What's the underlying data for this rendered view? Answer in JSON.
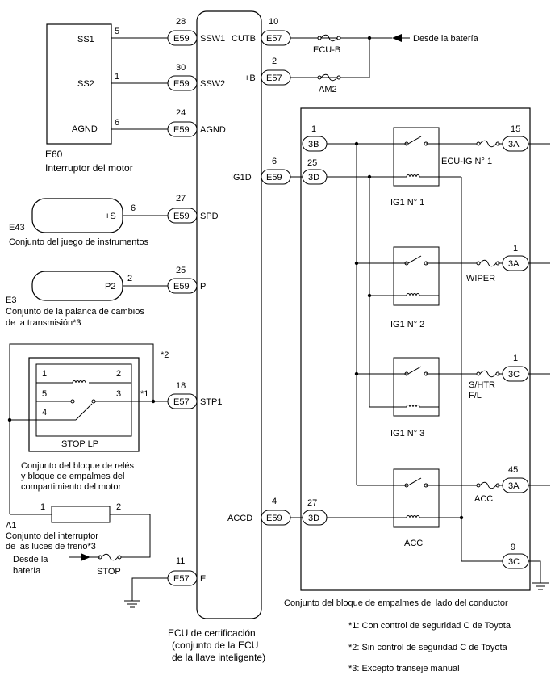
{
  "ecu": {
    "label_1": "ECU de certificación",
    "label_2": "(conjunto de la ECU",
    "label_3": "de la llave inteligente)"
  },
  "components": {
    "e60": {
      "code": "E60",
      "name": "Interruptor del motor",
      "pins": [
        "SS1",
        "SS2",
        "AGND"
      ],
      "pin_nums": [
        "5",
        "1",
        "6"
      ]
    },
    "e43": {
      "code": "E43",
      "name": "Conjunto del juego de instrumentos",
      "pin": "+S",
      "pin_num": "6"
    },
    "e3": {
      "code": "E3",
      "name_1": "Conjunto de la palanca de cambios",
      "name_2": "de la transmisión*3",
      "pin": "P2",
      "pin_num": "2"
    },
    "stop_lp": {
      "name": "STOP LP",
      "pins": [
        "1",
        "2",
        "5",
        "3",
        "4"
      ],
      "assembly_1": "Conjunto del bloque de relés",
      "assembly_2": "y bloque de empalmes del",
      "assembly_3": "compartimiento del motor"
    },
    "a1": {
      "code": "A1",
      "name_1": "Conjunto del interruptor",
      "name_2": "de las luces de freno*3",
      "pins": [
        "1",
        "2"
      ]
    },
    "battery_stop": {
      "label_1": "Desde la",
      "label_2": "batería",
      "fuse": "STOP"
    },
    "battery_main": {
      "label": "Desde la batería"
    },
    "fuses": {
      "ecu_b": "ECU-B",
      "am2": "AM2",
      "ecu_ig": "ECU-IG N° 1",
      "wiper": "WIPER",
      "shtr_1": "S/HTR",
      "shtr_2": "F/L",
      "acc": "ACC"
    },
    "relays": {
      "ig1_1": "IG1 N° 1",
      "ig1_2": "IG1 N° 2",
      "ig1_3": "IG1 N° 3",
      "acc": "ACC"
    },
    "junction_block": "Conjunto del bloque de empalmes del lado del conductor"
  },
  "ecu_pins": [
    {
      "num": "28",
      "conn": "E59",
      "name": "SSW1"
    },
    {
      "num": "30",
      "conn": "E59",
      "name": "SSW2"
    },
    {
      "num": "24",
      "conn": "E59",
      "name": "AGND"
    },
    {
      "num": "27",
      "conn": "E59",
      "name": "SPD"
    },
    {
      "num": "25",
      "conn": "E59",
      "name": "P"
    },
    {
      "num": "18",
      "conn": "E57",
      "name": "STP1"
    },
    {
      "num": "11",
      "conn": "E57",
      "name": "E"
    },
    {
      "num": "10",
      "conn": "E57",
      "name": "CUTB"
    },
    {
      "num": "2",
      "conn": "E57",
      "name": "+B"
    },
    {
      "num": "6",
      "conn": "E59",
      "name": "IG1D"
    },
    {
      "num": "4",
      "conn": "E59",
      "name": "ACCD"
    }
  ],
  "jb_connectors": [
    {
      "num": "1",
      "conn": "3B"
    },
    {
      "num": "25",
      "conn": "3D"
    },
    {
      "num": "27",
      "conn": "3D"
    },
    {
      "num": "15",
      "conn": "3A"
    },
    {
      "num": "1",
      "conn": "3A"
    },
    {
      "num": "1",
      "conn": "3C"
    },
    {
      "num": "45",
      "conn": "3A"
    },
    {
      "num": "9",
      "conn": "3C"
    }
  ],
  "marks": {
    "n1": "*1",
    "n2": "*2"
  },
  "notes": [
    "*1: Con control de seguridad C de Toyota",
    "*2: Sin control de seguridad C de Toyota",
    "*3: Excepto transeje manual"
  ]
}
